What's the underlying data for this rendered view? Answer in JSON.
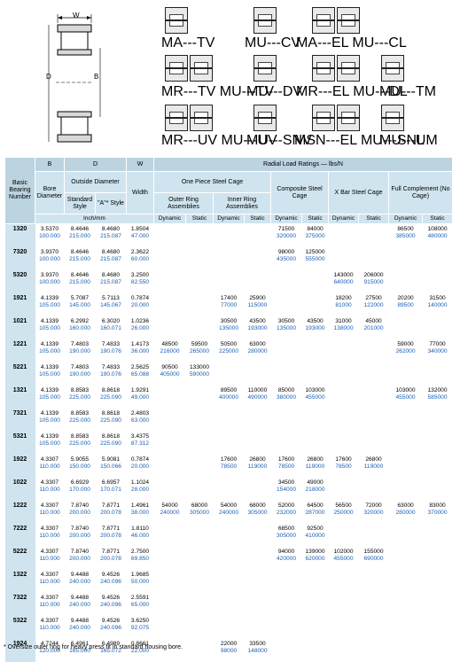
{
  "diagram": {
    "dim_W": "W",
    "dim_D": "D",
    "dim_B": "B",
    "configs": [
      {
        "label": "MA---TV",
        "icons": 1
      },
      {
        "label": "MU---CV",
        "icons": 1
      },
      {
        "label": "MA---EL  MU---CL",
        "icons": 2
      },
      {
        "label": "MR---TV  MU---TV",
        "icons": 2
      },
      {
        "label": "MU---DV",
        "icons": 1
      },
      {
        "label": "MR---EL  MU---DL",
        "icons": 2
      },
      {
        "label": "MU---TM",
        "icons": 1
      },
      {
        "label": "MR---UV  MU---UV",
        "icons": 2
      },
      {
        "label": "MU---SNV",
        "icons": 1
      },
      {
        "label": "MSN---EL  MU---SNL",
        "icons": 2
      },
      {
        "label": "MU---UM",
        "icons": 1
      }
    ]
  },
  "table": {
    "header": {
      "basic_bearing_number": "Basic Bearing Number",
      "col_B": "B",
      "col_D": "D",
      "col_W": "W",
      "radial_load": "Radial Load Ratings — lbs/N",
      "bore_diameter": "Bore Diameter",
      "outside_diameter": "Outside Diameter",
      "width": "Width",
      "standard_style": "Standard Style",
      "a_style": "\"A\"* Style",
      "units": "Inch/mm",
      "one_piece": "One Piece Steel Cage",
      "outer_ring": "Outer Ring Assemblies",
      "inner_ring": "Inner Ring Assemblies",
      "composite": "Composite Steel Cage",
      "xbar": "X Bar Steel Cage",
      "full_complement": "Full Complement (No Cage)",
      "dynamic": "Dynamic",
      "static": "Static"
    },
    "rows": [
      {
        "num": "1320",
        "b": [
          "3.5370",
          "100.000"
        ],
        "ds": [
          "8.4646",
          "215.000"
        ],
        "da": [
          "8.4680",
          "215.087"
        ],
        "w": [
          "1.8504",
          "47.000"
        ],
        "ord": [
          "",
          ""
        ],
        "ors": [
          "",
          ""
        ],
        "ird": [
          "",
          ""
        ],
        "irs": [
          "",
          ""
        ],
        "cd": [
          "71500",
          "320000"
        ],
        "cs": [
          "84000",
          "375000"
        ],
        "xd": [
          "",
          ""
        ],
        "xs": [
          "",
          ""
        ],
        "fd": [
          "86500",
          "385000"
        ],
        "fs": [
          "108000",
          "480000"
        ]
      },
      {
        "num": "7320",
        "b": [
          "3.9370",
          "100.000"
        ],
        "ds": [
          "8.4646",
          "215.000"
        ],
        "da": [
          "8.4680",
          "215.087"
        ],
        "w": [
          "2.3622",
          "60.000"
        ],
        "ord": [
          "",
          ""
        ],
        "ors": [
          "",
          ""
        ],
        "ird": [
          "",
          ""
        ],
        "irs": [
          "",
          ""
        ],
        "cd": [
          "98000",
          "435000"
        ],
        "cs": [
          "125000",
          "555000"
        ],
        "xd": [
          "",
          ""
        ],
        "xs": [
          "",
          ""
        ],
        "fd": [
          "",
          ""
        ],
        "fs": [
          "",
          ""
        ]
      },
      {
        "num": "5320",
        "b": [
          "3.9370",
          "100.000"
        ],
        "ds": [
          "8.4646",
          "215.000"
        ],
        "da": [
          "8.4680",
          "215.087"
        ],
        "w": [
          "3.2500",
          "82.550"
        ],
        "ord": [
          "",
          ""
        ],
        "ors": [
          "",
          ""
        ],
        "ird": [
          "",
          ""
        ],
        "irs": [
          "",
          ""
        ],
        "cd": [
          "",
          ""
        ],
        "cs": [
          "",
          ""
        ],
        "xd": [
          "143000",
          "640000"
        ],
        "xs": [
          "206000",
          "915000"
        ],
        "fd": [
          "",
          ""
        ],
        "fs": [
          "",
          ""
        ]
      },
      {
        "num": "1921",
        "b": [
          "4.1339",
          "105.000"
        ],
        "ds": [
          "5.7087",
          "145.000"
        ],
        "da": [
          "5.7113",
          "145.067"
        ],
        "w": [
          "0.7874",
          "20.000"
        ],
        "ord": [
          "",
          ""
        ],
        "ors": [
          "",
          ""
        ],
        "ird": [
          "17400",
          "77000"
        ],
        "irs": [
          "25900",
          "115000"
        ],
        "cd": [
          "",
          ""
        ],
        "cs": [
          "",
          ""
        ],
        "xd": [
          "18200",
          "81000"
        ],
        "xs": [
          "27500",
          "122000"
        ],
        "fd": [
          "20200",
          "89500"
        ],
        "fs": [
          "31500",
          "140000"
        ]
      },
      {
        "num": "1021",
        "b": [
          "4.1339",
          "105.000"
        ],
        "ds": [
          "6.2992",
          "160.000"
        ],
        "da": [
          "6.3020",
          "160.071"
        ],
        "w": [
          "1.0236",
          "26.000"
        ],
        "ord": [
          "",
          ""
        ],
        "ors": [
          "",
          ""
        ],
        "ird": [
          "30500",
          "135000"
        ],
        "irs": [
          "43500",
          "193000"
        ],
        "cd": [
          "30500",
          "135000"
        ],
        "cs": [
          "43500",
          "193000"
        ],
        "xd": [
          "31000",
          "138000"
        ],
        "xs": [
          "45000",
          "201000"
        ],
        "fd": [
          "",
          ""
        ],
        "fs": [
          "",
          ""
        ]
      },
      {
        "num": "1221",
        "b": [
          "4.1339",
          "105.000"
        ],
        "ds": [
          "7.4803",
          "190.000"
        ],
        "da": [
          "7.4833",
          "190.076"
        ],
        "w": [
          "1.4173",
          "36.000"
        ],
        "ord": [
          "48500",
          "216000"
        ],
        "ors": [
          "59500",
          "265000"
        ],
        "ird": [
          "50500",
          "225000"
        ],
        "irs": [
          "63000",
          "280000"
        ],
        "cd": [
          "",
          ""
        ],
        "cs": [
          "",
          ""
        ],
        "xd": [
          "",
          ""
        ],
        "xs": [
          "",
          ""
        ],
        "fd": [
          "59000",
          "262000"
        ],
        "fs": [
          "77000",
          "340000"
        ]
      },
      {
        "num": "5221",
        "b": [
          "4.1339",
          "105.000"
        ],
        "ds": [
          "7.4803",
          "190.000"
        ],
        "da": [
          "7.4833",
          "190.076"
        ],
        "w": [
          "2.5625",
          "65.088"
        ],
        "ord": [
          "90500",
          "405000"
        ],
        "ors": [
          "133000",
          "590000"
        ],
        "ird": [
          "",
          ""
        ],
        "irs": [
          "",
          ""
        ],
        "cd": [
          "",
          ""
        ],
        "cs": [
          "",
          ""
        ],
        "xd": [
          "",
          ""
        ],
        "xs": [
          "",
          ""
        ],
        "fd": [
          "",
          ""
        ],
        "fs": [
          "",
          ""
        ]
      },
      {
        "num": "1321",
        "b": [
          "4.1339",
          "105.000"
        ],
        "ds": [
          "8.8583",
          "225.000"
        ],
        "da": [
          "8.8618",
          "225.090"
        ],
        "w": [
          "1.9291",
          "49.000"
        ],
        "ord": [
          "",
          ""
        ],
        "ors": [
          "",
          ""
        ],
        "ird": [
          "89500",
          "400000"
        ],
        "irs": [
          "110000",
          "490000"
        ],
        "cd": [
          "85000",
          "380000"
        ],
        "cs": [
          "103000",
          "455000"
        ],
        "xd": [
          "",
          ""
        ],
        "xs": [
          "",
          ""
        ],
        "fd": [
          "103000",
          "455000"
        ],
        "fs": [
          "132000",
          "585000"
        ]
      },
      {
        "num": "7321",
        "b": [
          "4.1339",
          "105.000"
        ],
        "ds": [
          "8.8583",
          "225.000"
        ],
        "da": [
          "8.8618",
          "225.090"
        ],
        "w": [
          "2.4803",
          "63.000"
        ],
        "ord": [
          "",
          ""
        ],
        "ors": [
          "",
          ""
        ],
        "ird": [
          "",
          ""
        ],
        "irs": [
          "",
          ""
        ],
        "cd": [
          "",
          ""
        ],
        "cs": [
          "",
          ""
        ],
        "xd": [
          "",
          ""
        ],
        "xs": [
          "",
          ""
        ],
        "fd": [
          "",
          ""
        ],
        "fs": [
          "",
          ""
        ]
      },
      {
        "num": "5321",
        "b": [
          "4.1339",
          "105.000"
        ],
        "ds": [
          "8.8583",
          "225.000"
        ],
        "da": [
          "8.8618",
          "225.090"
        ],
        "w": [
          "3.4375",
          "87.312"
        ],
        "ord": [
          "",
          ""
        ],
        "ors": [
          "",
          ""
        ],
        "ird": [
          "",
          ""
        ],
        "irs": [
          "",
          ""
        ],
        "cd": [
          "",
          ""
        ],
        "cs": [
          "",
          ""
        ],
        "xd": [
          "",
          ""
        ],
        "xs": [
          "",
          ""
        ],
        "fd": [
          "",
          ""
        ],
        "fs": [
          "",
          ""
        ]
      },
      {
        "num": "1922",
        "b": [
          "4.3307",
          "110.000"
        ],
        "ds": [
          "5.9055",
          "150.000"
        ],
        "da": [
          "5.9081",
          "150.066"
        ],
        "w": [
          "0.7874",
          "20.000"
        ],
        "ord": [
          "",
          ""
        ],
        "ors": [
          "",
          ""
        ],
        "ird": [
          "17600",
          "78500"
        ],
        "irs": [
          "26800",
          "119000"
        ],
        "cd": [
          "17600",
          "78500"
        ],
        "cs": [
          "26800",
          "119000"
        ],
        "xd": [
          "17600",
          "78500"
        ],
        "xs": [
          "26800",
          "119000"
        ],
        "fd": [
          "",
          ""
        ],
        "fs": [
          "",
          ""
        ]
      },
      {
        "num": "1022",
        "b": [
          "4.3307",
          "110.000"
        ],
        "ds": [
          "6.6929",
          "170.000"
        ],
        "da": [
          "6.6957",
          "170.071"
        ],
        "w": [
          "1.1024",
          "28.000"
        ],
        "ord": [
          "",
          ""
        ],
        "ors": [
          "",
          ""
        ],
        "ird": [
          "",
          ""
        ],
        "irs": [
          "",
          ""
        ],
        "cd": [
          "34500",
          "154000"
        ],
        "cs": [
          "49000",
          "218000"
        ],
        "xd": [
          "",
          ""
        ],
        "xs": [
          "",
          ""
        ],
        "fd": [
          "",
          ""
        ],
        "fs": [
          "",
          ""
        ]
      },
      {
        "num": "1222",
        "b": [
          "4.3307",
          "110.000"
        ],
        "ds": [
          "7.8740",
          "200.000"
        ],
        "da": [
          "7.8771",
          "200.078"
        ],
        "w": [
          "1.4961",
          "38.000"
        ],
        "ord": [
          "54000",
          "240000"
        ],
        "ors": [
          "68000",
          "305000"
        ],
        "ird": [
          "54000",
          "240000"
        ],
        "irs": [
          "68000",
          "305000"
        ],
        "cd": [
          "52000",
          "232000"
        ],
        "cs": [
          "64500",
          "287000"
        ],
        "xd": [
          "56500",
          "250000"
        ],
        "xs": [
          "72000",
          "320000"
        ],
        "fd": [
          "63000",
          "280000"
        ],
        "fs": [
          "83000",
          "370000"
        ]
      },
      {
        "num": "7222",
        "b": [
          "4.3307",
          "110.000"
        ],
        "ds": [
          "7.8740",
          "200.000"
        ],
        "da": [
          "7.8771",
          "200.078"
        ],
        "w": [
          "1.8110",
          "46.000"
        ],
        "ord": [
          "",
          ""
        ],
        "ors": [
          "",
          ""
        ],
        "ird": [
          "",
          ""
        ],
        "irs": [
          "",
          ""
        ],
        "cd": [
          "68500",
          "305000"
        ],
        "cs": [
          "92500",
          "410000"
        ],
        "xd": [
          "",
          ""
        ],
        "xs": [
          "",
          ""
        ],
        "fd": [
          "",
          ""
        ],
        "fs": [
          "",
          ""
        ]
      },
      {
        "num": "5222",
        "b": [
          "4.3307",
          "110.000"
        ],
        "ds": [
          "7.8740",
          "200.000"
        ],
        "da": [
          "7.8771",
          "200.078"
        ],
        "w": [
          "2.7500",
          "69.850"
        ],
        "ord": [
          "",
          ""
        ],
        "ors": [
          "",
          ""
        ],
        "ird": [
          "",
          ""
        ],
        "irs": [
          "",
          ""
        ],
        "cd": [
          "94000",
          "420000"
        ],
        "cs": [
          "139000",
          "620000"
        ],
        "xd": [
          "102000",
          "455000"
        ],
        "xs": [
          "155000",
          "690000"
        ],
        "fd": [
          "",
          ""
        ],
        "fs": [
          "",
          ""
        ]
      },
      {
        "num": "1322",
        "b": [
          "4.3307",
          "110.000"
        ],
        "ds": [
          "9.4488",
          "240.000"
        ],
        "da": [
          "9.4526",
          "240.096"
        ],
        "w": [
          "1.9685",
          "50.000"
        ],
        "ord": [
          "",
          ""
        ],
        "ors": [
          "",
          ""
        ],
        "ird": [
          "",
          ""
        ],
        "irs": [
          "",
          ""
        ],
        "cd": [
          "",
          ""
        ],
        "cs": [
          "",
          ""
        ],
        "xd": [
          "",
          ""
        ],
        "xs": [
          "",
          ""
        ],
        "fd": [
          "",
          ""
        ],
        "fs": [
          "",
          ""
        ]
      },
      {
        "num": "7322",
        "b": [
          "4.3307",
          "110.000"
        ],
        "ds": [
          "9.4488",
          "240.000"
        ],
        "da": [
          "9.4526",
          "240.096"
        ],
        "w": [
          "2.5591",
          "65.000"
        ],
        "ord": [
          "",
          ""
        ],
        "ors": [
          "",
          ""
        ],
        "ird": [
          "",
          ""
        ],
        "irs": [
          "",
          ""
        ],
        "cd": [
          "",
          ""
        ],
        "cs": [
          "",
          ""
        ],
        "xd": [
          "",
          ""
        ],
        "xs": [
          "",
          ""
        ],
        "fd": [
          "",
          ""
        ],
        "fs": [
          "",
          ""
        ]
      },
      {
        "num": "5322",
        "b": [
          "4.3307",
          "110.000"
        ],
        "ds": [
          "9.4488",
          "240.000"
        ],
        "da": [
          "9.4526",
          "240.096"
        ],
        "w": [
          "3.6250",
          "92.075"
        ],
        "ord": [
          "",
          ""
        ],
        "ors": [
          "",
          ""
        ],
        "ird": [
          "",
          ""
        ],
        "irs": [
          "",
          ""
        ],
        "cd": [
          "",
          ""
        ],
        "cs": [
          "",
          ""
        ],
        "xd": [
          "",
          ""
        ],
        "xs": [
          "",
          ""
        ],
        "fd": [
          "",
          ""
        ],
        "fs": [
          "",
          ""
        ]
      },
      {
        "num": "1924",
        "b": [
          "4.7244",
          "120.000"
        ],
        "ds": [
          "6.4961",
          "165.000"
        ],
        "da": [
          "6.4989",
          "165.072"
        ],
        "w": [
          "0.8661",
          "22.000"
        ],
        "ord": [
          "",
          ""
        ],
        "ors": [
          "",
          ""
        ],
        "ird": [
          "22000",
          "98000"
        ],
        "irs": [
          "33500",
          "148000"
        ],
        "cd": [
          "",
          ""
        ],
        "cs": [
          "",
          ""
        ],
        "xd": [
          "",
          ""
        ],
        "xs": [
          "",
          ""
        ],
        "fd": [
          "",
          ""
        ],
        "fs": [
          "",
          ""
        ]
      }
    ]
  },
  "footnote": "* Oversize outer ring for heavy press fit in standard housing bore."
}
